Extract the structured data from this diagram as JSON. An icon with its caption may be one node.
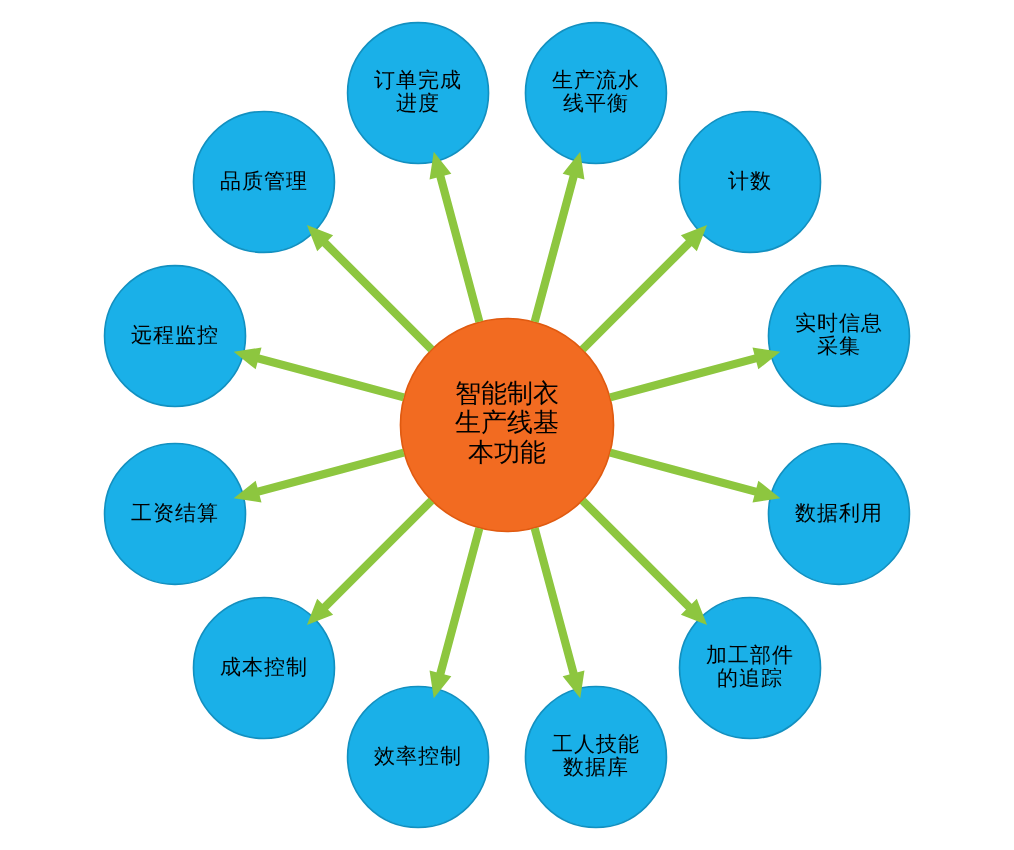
{
  "diagram": {
    "nodes": [
      {
        "text": [
          "智能制衣生产线基本功能"
        ]
      },
      {
        "text": [
          "实时信息采集"
        ]
      },
      {
        "text": [
          "计数"
        ]
      },
      {
        "text": [
          "生产流水线平衡"
        ]
      },
      {
        "text": [
          "订单完成进度"
        ]
      },
      {
        "text": [
          "品质管理"
        ]
      },
      {
        "text": [
          "远程监控"
        ]
      },
      {
        "text": [
          "工资结算"
        ]
      },
      {
        "text": [
          "成本控制"
        ]
      },
      {
        "text": [
          "效率控制"
        ]
      },
      {
        "text": [
          "工人技能数据库"
        ]
      },
      {
        "text": [
          "加工部件的追踪"
        ]
      },
      {
        "text": [
          "数据利用"
        ]
      }
    ],
    "edges": [
      {
        "from": 0,
        "to": 1,
        "arrow": "to"
      },
      {
        "from": 0,
        "to": 2,
        "arrow": "to"
      },
      {
        "from": 0,
        "to": 3,
        "arrow": "to"
      },
      {
        "from": 0,
        "to": 4,
        "arrow": "to"
      },
      {
        "from": 0,
        "to": 5,
        "arrow": "to"
      },
      {
        "from": 0,
        "to": 6,
        "arrow": "to"
      },
      {
        "from": 0,
        "to": 7,
        "arrow": "to"
      },
      {
        "from": 0,
        "to": 8,
        "arrow": "to"
      },
      {
        "from": 0,
        "to": 9,
        "arrow": "to"
      },
      {
        "from": 0,
        "to": 10,
        "arrow": "to"
      },
      {
        "from": 0,
        "to": 11,
        "arrow": "to"
      },
      {
        "from": 0,
        "to": 12,
        "arrow": "to"
      }
    ]
  }
}
